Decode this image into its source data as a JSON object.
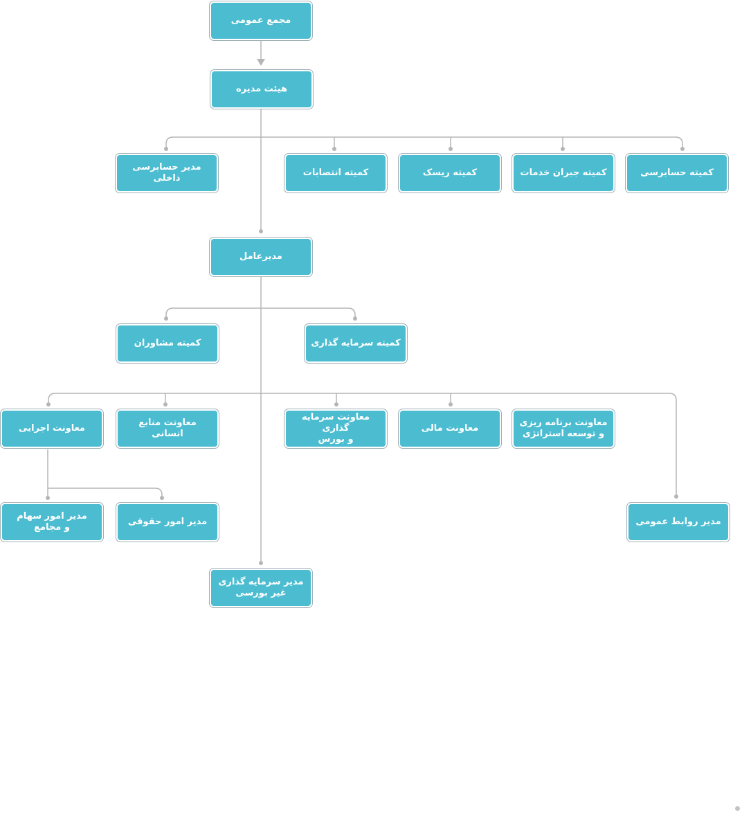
{
  "colors": {
    "node_fill": "#4cbdd1",
    "node_text": "#ffffff",
    "connector": "#b5b5b5"
  },
  "nodes": {
    "general_assembly": "مجمع عمومی",
    "board": "هیئت مدیره",
    "internal_audit_manager": "مدیر حسابرسی داخلی",
    "appointments_committee": "کمیته انتصابات",
    "risk_committee": "کمیته ریسک",
    "compensation_committee": "کمیته جبران خدمات",
    "audit_committee": "کمیته حسابرسی",
    "ceo": "مدیرعامل",
    "advisors_committee": "کمیته مشاوران",
    "investment_committee": "کمیته سرمایه گذاری",
    "executive_deputy": "معاونت اجرایی",
    "hr_deputy": "معاونت منابع انسانی",
    "investment_exchange_deputy": "معاونت سرمایه گذاری\nو بورس",
    "finance_deputy": "معاونت مالی",
    "planning_deputy": "معاونت برنامه ریزی\nو توسعه استراتژی",
    "shares_affairs_manager": "مدیر امور سهام\nو مجامع",
    "legal_affairs_manager": "مدیر امور حقوقی",
    "public_relations_manager": "مدیر روابط عمومی",
    "non_exchange_investment_manager": "مدیر سرمایه گذاری\nغیر بورسی"
  }
}
